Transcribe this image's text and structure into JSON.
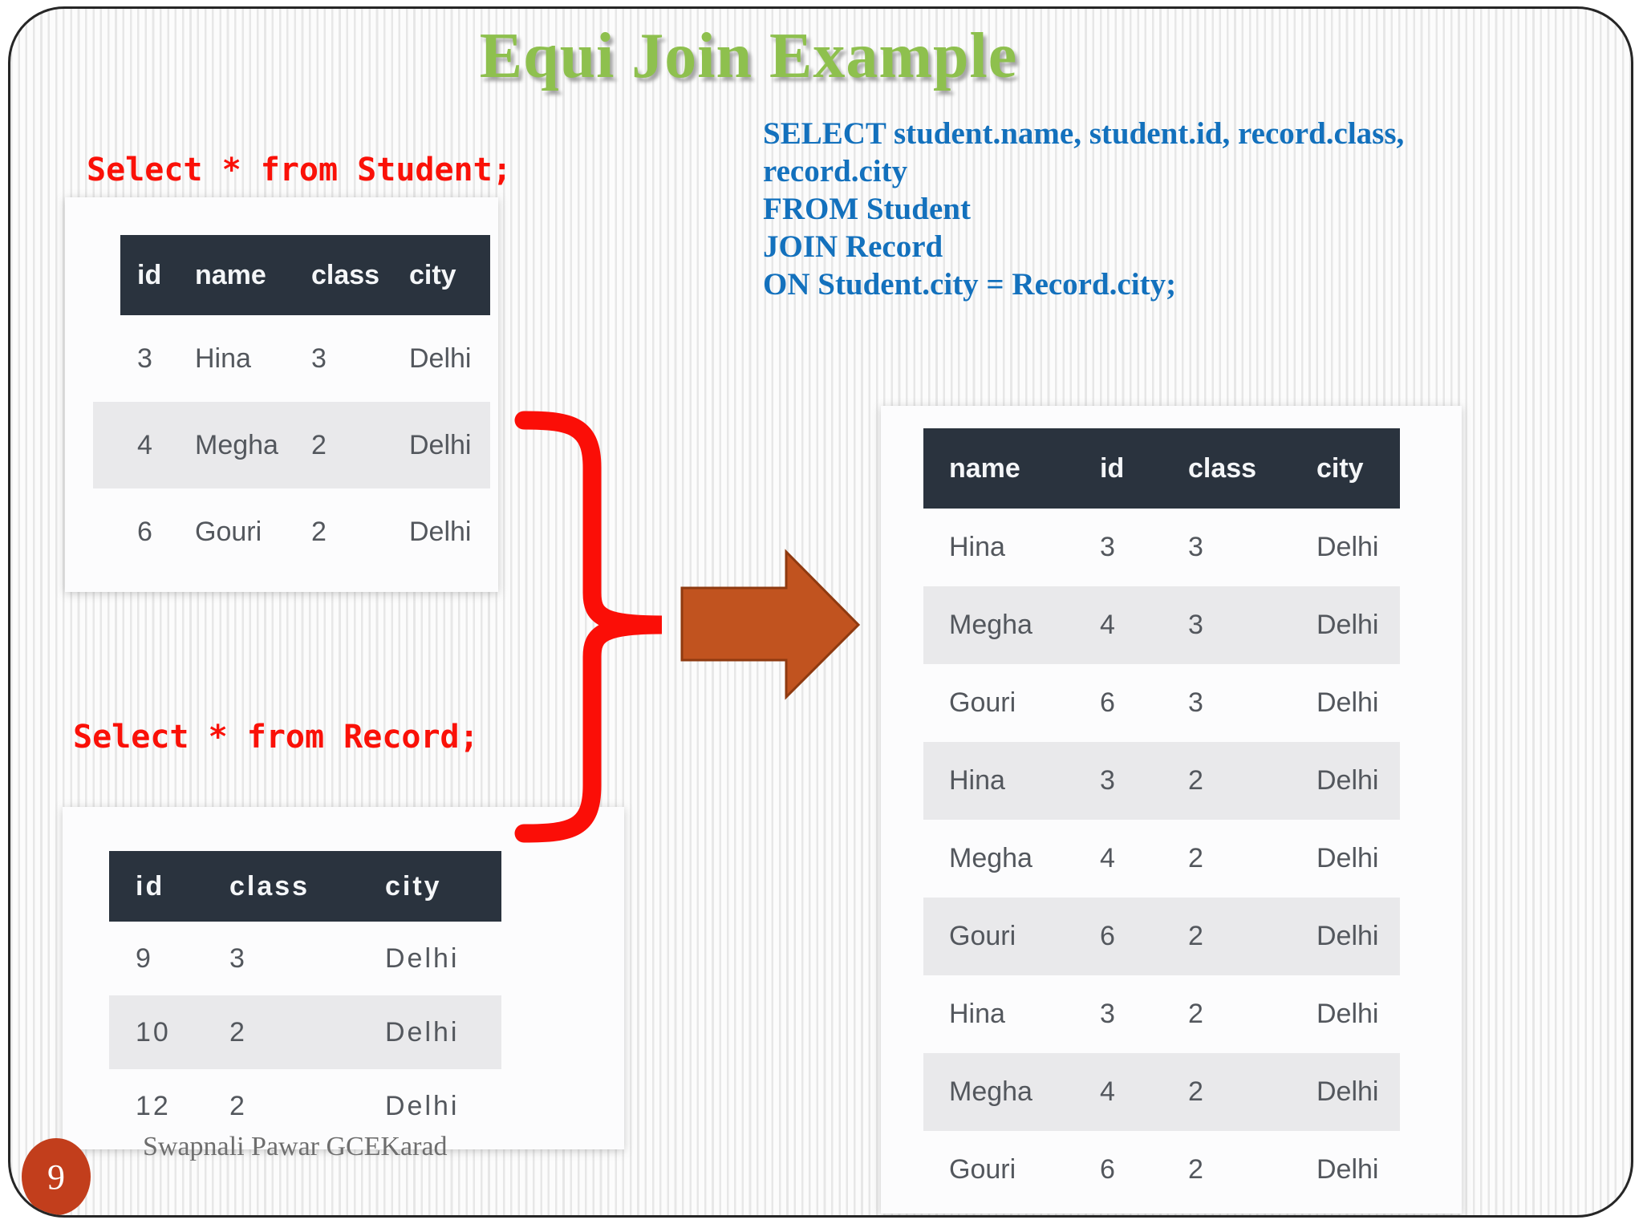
{
  "slide": {
    "title": "Equi Join Example",
    "page_number": "9",
    "footer_credit": "Swapnali Pawar GCEKarad"
  },
  "queries": {
    "student_select": "Select * from Student;",
    "record_select": "Select * from Record;",
    "join_sql_lines": [
      "SELECT student.name, student.id, record.class,",
      "record.city",
      "FROM Student",
      "JOIN Record",
      "ON Student.city = Record.city;"
    ]
  },
  "student_table": {
    "headers": [
      "id",
      "name",
      "class",
      "city"
    ],
    "rows": [
      [
        "3",
        "Hina",
        "3",
        "Delhi"
      ],
      [
        "4",
        "Megha",
        "2",
        "Delhi"
      ],
      [
        "6",
        "Gouri",
        "2",
        "Delhi"
      ]
    ]
  },
  "record_table": {
    "headers": [
      "id",
      "class",
      "city"
    ],
    "rows": [
      [
        "9",
        "3",
        "Delhi"
      ],
      [
        "10",
        "2",
        "Delhi"
      ],
      [
        "12",
        "2",
        "Delhi"
      ]
    ]
  },
  "result_table": {
    "headers": [
      "name",
      "id",
      "class",
      "city"
    ],
    "rows": [
      [
        "Hina",
        "3",
        "3",
        "Delhi"
      ],
      [
        "Megha",
        "4",
        "3",
        "Delhi"
      ],
      [
        "Gouri",
        "6",
        "3",
        "Delhi"
      ],
      [
        "Hina",
        "3",
        "2",
        "Delhi"
      ],
      [
        "Megha",
        "4",
        "2",
        "Delhi"
      ],
      [
        "Gouri",
        "6",
        "2",
        "Delhi"
      ],
      [
        "Hina",
        "3",
        "2",
        "Delhi"
      ],
      [
        "Megha",
        "4",
        "2",
        "Delhi"
      ],
      [
        "Gouri",
        "6",
        "2",
        "Delhi"
      ]
    ]
  },
  "icons": {
    "join_arrow": "right-block-arrow",
    "group_brace": "curly-brace"
  },
  "colors": {
    "title_green": "#8ec04e",
    "query_red": "#fa1108",
    "sql_blue": "#1371bd",
    "table_header_bg": "#2a333e",
    "table_alt_row": "#e9e9eb",
    "arrow_fill": "#c1531f",
    "arrow_stroke": "#8f3a10",
    "badge_orange": "#c23e1c"
  }
}
